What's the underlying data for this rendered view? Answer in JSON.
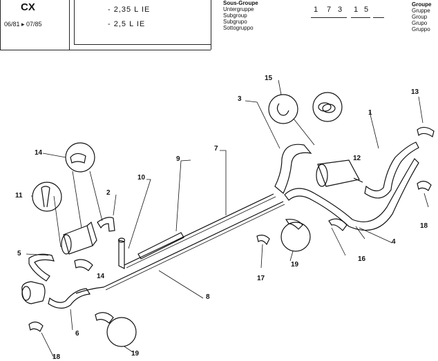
{
  "header": {
    "model": "CX",
    "dates": "06/81 ▸ 07/85",
    "engines": [
      "- 2,35  L   IE",
      "- 2,5  L   IE"
    ],
    "subgroup_labels": [
      "Sous-Groupe",
      "Untergruppe",
      "Subgroup",
      "Subgrupo",
      "Sottogruppo"
    ],
    "group_labels": [
      "Groupe",
      "Gruppe",
      "Group",
      "Grupo",
      "Gruppo"
    ],
    "code_digits": [
      "1",
      "7",
      "3",
      "1",
      "5"
    ]
  },
  "callouts": {
    "c1": "1",
    "c2": "2",
    "c3": "3",
    "c4": "4",
    "c5": "5",
    "c6": "6",
    "c7": "7",
    "c8": "8",
    "c9": "9",
    "c10": "10",
    "c11": "11",
    "c12": "12",
    "c13": "13",
    "c14a": "14",
    "c14b": "14",
    "c15": "15",
    "c16": "16",
    "c17": "17",
    "c18a": "18",
    "c18b": "18",
    "c19a": "19",
    "c19b": "19"
  }
}
